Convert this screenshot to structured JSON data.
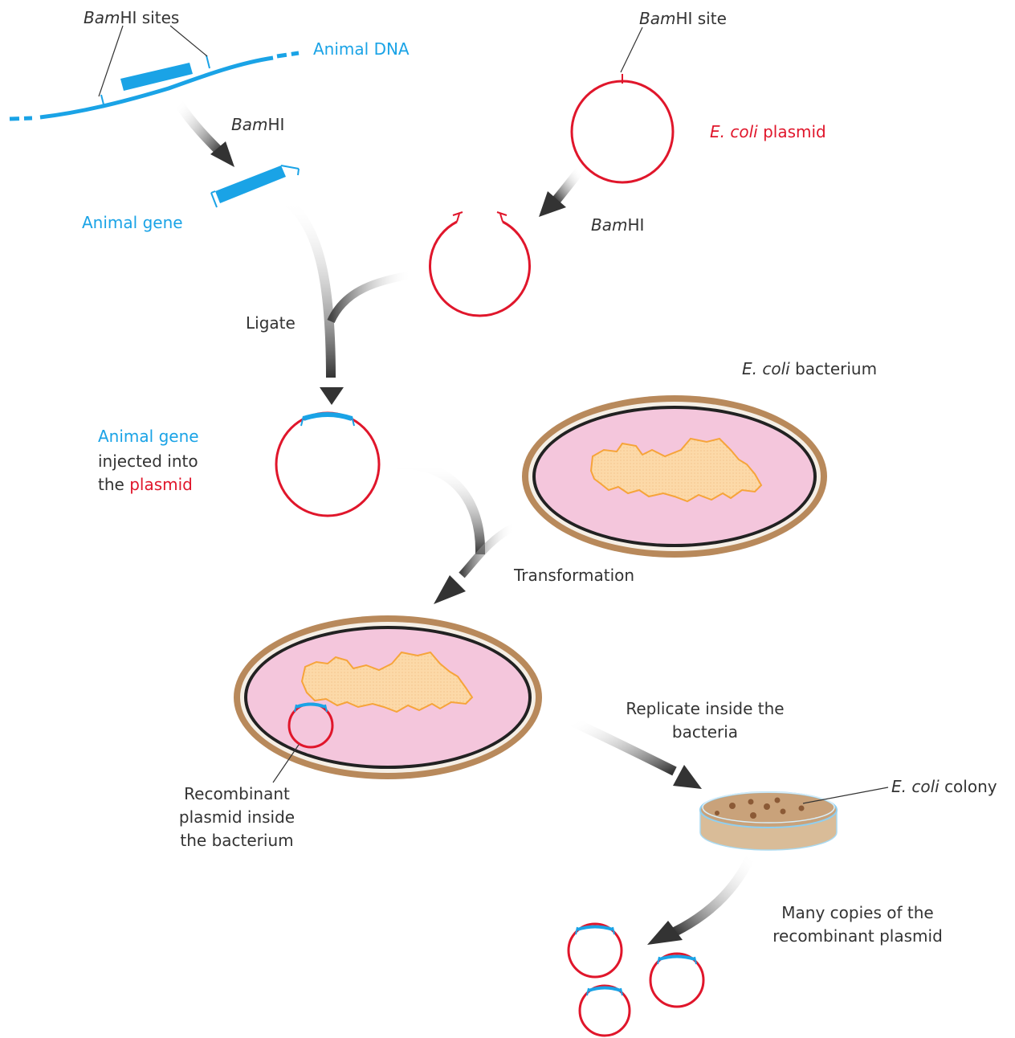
{
  "labels": {
    "bamhi_sites": "sites",
    "bamhi_sites_prefix": "Bam",
    "bamhi_sites_mid": "HI",
    "animal_dna": "Animal DNA",
    "bamhi_site": "site",
    "bam": "Bam",
    "hi": "HI",
    "ecoli": "E. coli",
    "plasmid_word": "plasmid",
    "animal_gene": "Animal gene",
    "ligate": "Ligate",
    "injected_line1": "Animal gene",
    "injected_line2": "injected into",
    "injected_line3_a": "the",
    "injected_line3_b": "plasmid",
    "ecoli_bacterium_suffix": "bacterium",
    "transformation": "Transformation",
    "replicate_line1": "Replicate inside the",
    "replicate_line2": "bacteria",
    "ecoli_colony_suffix": "colony",
    "recombinant_line1": "Recombinant",
    "recombinant_line2": "plasmid inside",
    "recombinant_line3": "the bacterium",
    "many_line1": "Many copies of the",
    "many_line2": "recombinant plasmid"
  },
  "colors": {
    "dna_blue": "#1aa3e6",
    "plasmid_red": "#e0162b",
    "cytoplasm_pink": "#f4c6dc",
    "cell_wall_brown": "#b8895b",
    "nucleoid_fill": "#fcd9a8",
    "nucleoid_edge": "#f6a43a",
    "arrow_dark": "#333333",
    "text": "#333333"
  }
}
